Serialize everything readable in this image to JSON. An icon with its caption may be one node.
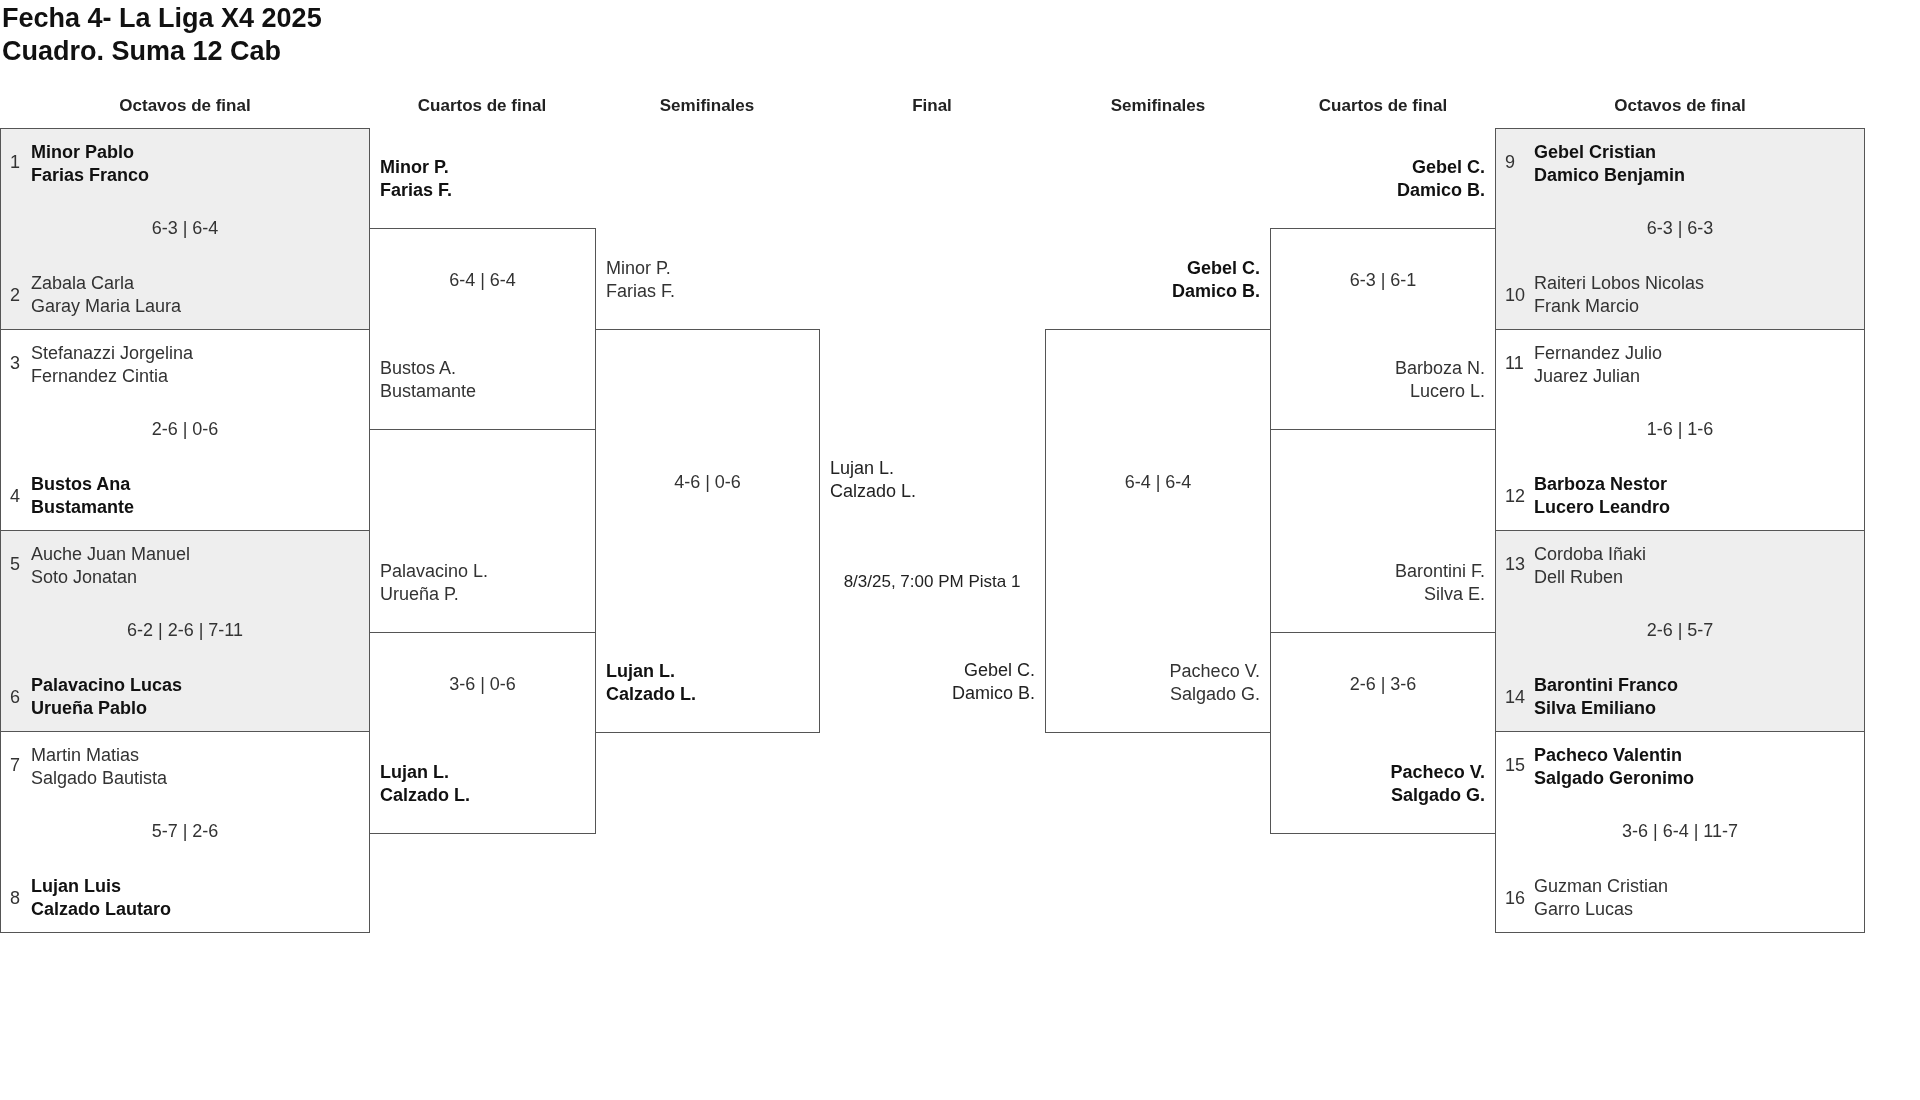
{
  "diagram": {
    "title": "Fecha 4- La Liga X4 2025",
    "nodes": [
      {
        "text": [
          "1",
          "**Minor Pablo**",
          "**Farias Franco**",
          "6-3 | 6-4",
          "2",
          "Zabala Carla",
          "Garay Maria Laura"
        ]
      },
      {
        "text": [
          "3",
          "Stefanazzi Jorgelina",
          "Fernandez Cintia",
          "2-6 | 0-6",
          "4",
          "**Bustos Ana**",
          "**Bustamante**"
        ]
      },
      {
        "text": [
          "5",
          "Auche Juan Manuel",
          "Soto Jonatan",
          "6-2 | 2-6 | 7-11",
          "6",
          "**Palavacino Lucas**",
          "**Urueña Pablo**"
        ]
      },
      {
        "text": [
          "7",
          "Martin Matias",
          "Salgado Bautista",
          "5-7 | 2-6",
          "8",
          "**Lujan Luis**",
          "**Calzado Lautaro**"
        ]
      },
      {
        "text": [
          "**Minor P.**",
          "**Farias F.**",
          "6-4 | 6-4",
          "Bustos A.",
          "Bustamante"
        ]
      },
      {
        "text": [
          "Palavacino L.",
          "Urueña P.",
          "3-6 | 0-6",
          "**Lujan L.**",
          "**Calzado L.**"
        ]
      },
      {
        "text": [
          "Minor P.",
          "Farias F.",
          "4-6 | 0-6",
          "**Lujan L.**",
          "**Calzado L.**"
        ]
      },
      {
        "text": [
          "**Gebel C.**",
          "**Damico B.**",
          "6-4 | 6-4",
          "Pacheco V.",
          "Salgado G."
        ]
      },
      {
        "text": [
          "**Gebel C.**",
          "**Damico B.**",
          "6-3 | 6-1",
          "Barboza N.",
          "Lucero L."
        ]
      },
      {
        "text": [
          "Barontini F.",
          "Silva E.",
          "2-6 | 3-6",
          "**Pacheco V.**",
          "**Salgado G.**"
        ]
      },
      {
        "text": [
          "9",
          "**Gebel Cristian**",
          "**Damico Benjamin**",
          "6-3 | 6-3",
          "10",
          "Raiteri Lobos Nicolas",
          "Frank Marcio"
        ]
      },
      {
        "text": [
          "11",
          "Fernandez Julio",
          "Juarez Julian",
          "1-6 | 1-6",
          "12",
          "**Barboza Nestor**",
          "**Lucero Leandro**"
        ]
      },
      {
        "text": [
          "13",
          "Cordoba Iñaki",
          "Dell Ruben",
          "2-6 | 5-7",
          "14",
          "**Barontini Franco**",
          "**Silva Emiliano**"
        ]
      },
      {
        "text": [
          "15",
          "**Pacheco Valentin**",
          "**Salgado Geronimo**",
          "3-6 | 6-4 | 11-7",
          "16",
          "Guzman Cristian",
          "Garro Lucas"
        ]
      }
    ],
    "labels": [
      "Cuadro. Suma 12 Cab",
      "Octavos de final",
      "Cuartos de final",
      "Semifinales",
      "Final",
      "Semifinales",
      "Cuartos de final",
      "Octavos de final",
      "Lujan L.",
      "Calzado L.",
      "8/3/25, 7:00 PM Pista 1",
      "Gebel C.",
      "Damico B."
    ]
  }
}
